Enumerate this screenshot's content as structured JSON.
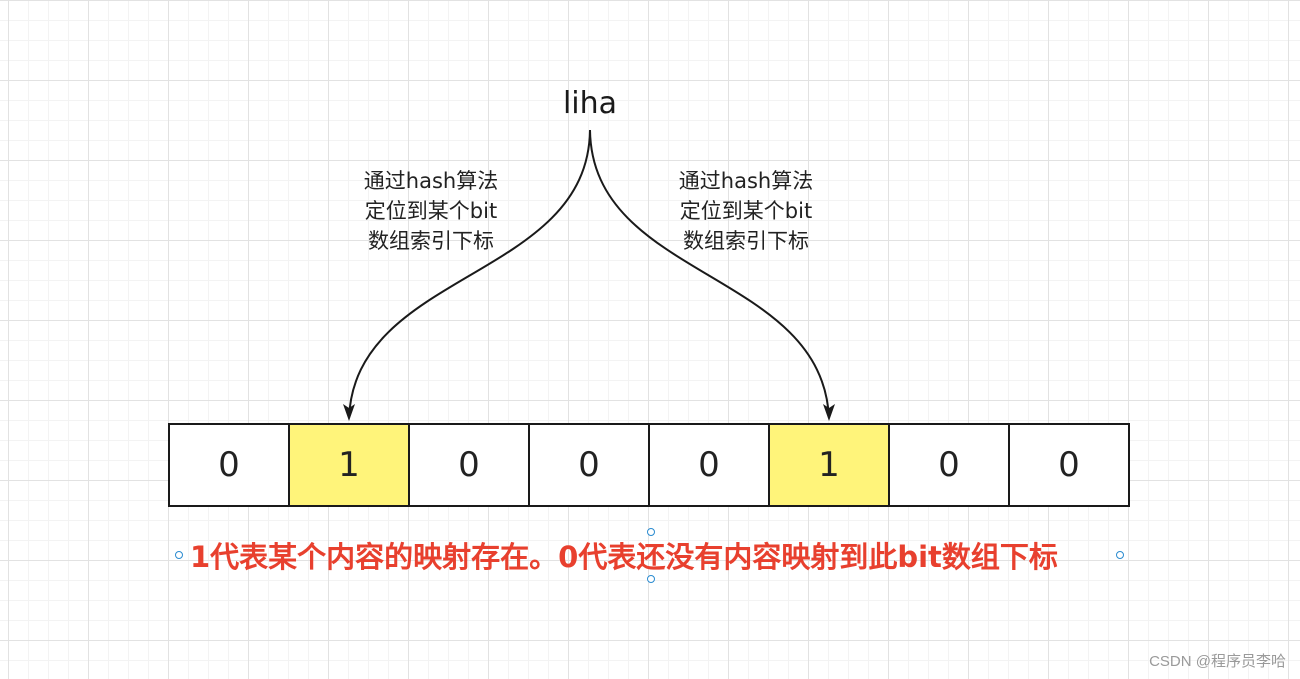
{
  "root": {
    "label": "liha"
  },
  "branches": {
    "left": {
      "lines": [
        "通过hash算法",
        "定位到某个bit",
        "数组索引下标"
      ]
    },
    "right": {
      "lines": [
        "通过hash算法",
        "定位到某个bit",
        "数组索引下标"
      ]
    }
  },
  "bit_array": {
    "cells": [
      "0",
      "1",
      "0",
      "0",
      "0",
      "1",
      "0",
      "0"
    ],
    "highlighted_indices": [
      1,
      5
    ],
    "highlight_color": "#fff47a"
  },
  "caption": {
    "text": "1代表某个内容的映射存在。0代表还没有内容映射到此bit数组下标",
    "color": "#e8402e"
  },
  "watermark": {
    "text": "CSDN @程序员李哈"
  }
}
